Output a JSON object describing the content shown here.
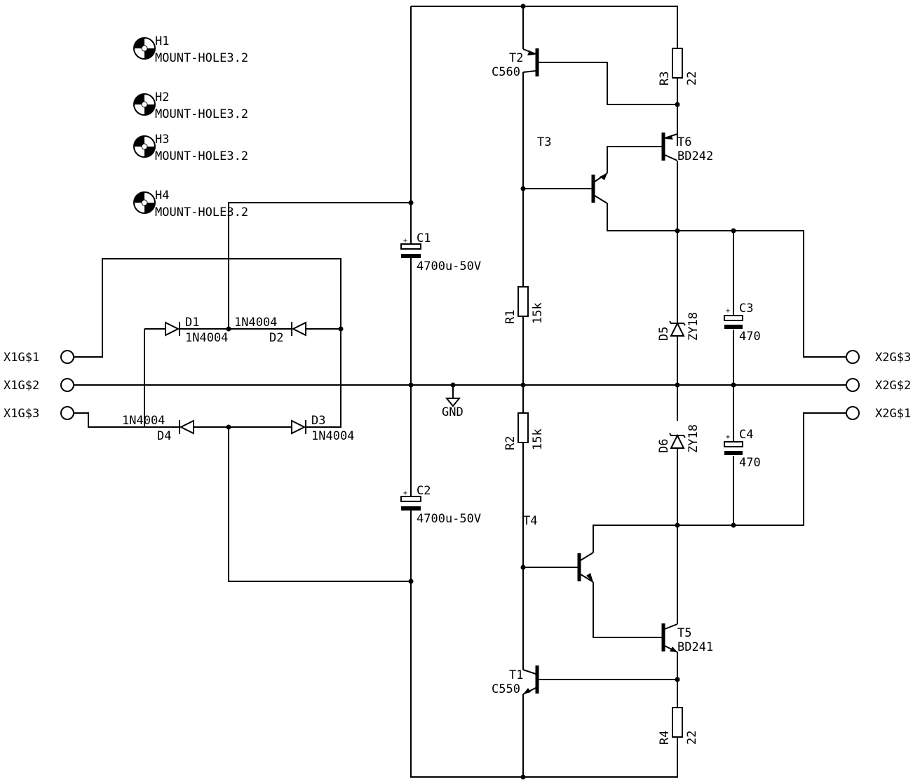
{
  "mount_holes": [
    {
      "ref": "H1",
      "value": "MOUNT-HOLE3.2"
    },
    {
      "ref": "H2",
      "value": "MOUNT-HOLE3.2"
    },
    {
      "ref": "H3",
      "value": "MOUNT-HOLE3.2"
    },
    {
      "ref": "H4",
      "value": "MOUNT-HOLE3.2"
    }
  ],
  "connectors_left": [
    "X1G$1",
    "X1G$2",
    "X1G$3"
  ],
  "connectors_right": [
    "X2G$3",
    "X2G$2",
    "X2G$1"
  ],
  "diodes": [
    {
      "ref": "D1",
      "value": "1N4004"
    },
    {
      "ref": "D2",
      "value": "1N4004"
    },
    {
      "ref": "D3",
      "value": "1N4004"
    },
    {
      "ref": "D4",
      "value": "1N4004"
    }
  ],
  "capacitors": [
    {
      "ref": "C1",
      "value": "4700u-50V"
    },
    {
      "ref": "C2",
      "value": "4700u-50V"
    },
    {
      "ref": "C3",
      "value": "470"
    },
    {
      "ref": "C4",
      "value": "470"
    }
  ],
  "resistors": [
    {
      "ref": "R1",
      "value": "15k"
    },
    {
      "ref": "R2",
      "value": "15k"
    },
    {
      "ref": "R3",
      "value": "22"
    },
    {
      "ref": "R4",
      "value": "22"
    }
  ],
  "zeners": [
    {
      "ref": "D5",
      "value": "ZY18"
    },
    {
      "ref": "D6",
      "value": "ZY18"
    }
  ],
  "transistors": [
    {
      "ref": "T1",
      "value": "C550"
    },
    {
      "ref": "T2",
      "value": "C560"
    },
    {
      "ref": "T3",
      "value": ""
    },
    {
      "ref": "T4",
      "value": ""
    },
    {
      "ref": "T5",
      "value": "BD241"
    },
    {
      "ref": "T6",
      "value": "BD242"
    }
  ],
  "gnd_label": "GND",
  "plus_sign": "+"
}
